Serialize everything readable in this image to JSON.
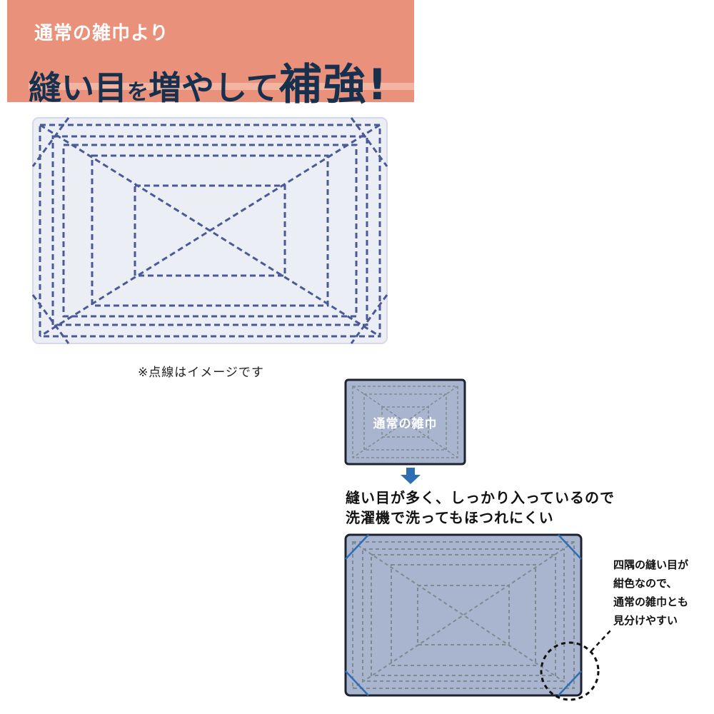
{
  "banner": {
    "subtitle": "通常の雑巾より",
    "headline": {
      "part1": "縫い目",
      "part2": "を",
      "part3": "増やして",
      "part4": "補強!"
    },
    "background": "#e9917a",
    "text_color": "#16304e"
  },
  "note": "※点線はイメージです",
  "small_towel_label": "通常の雑巾",
  "arrow_icon": "down-arrow-icon",
  "caption": {
    "line1": "縫い目が多く、しっかり入っているので",
    "line2": "洗濯機で洗ってもほつれにくい"
  },
  "side_note": {
    "line1": "四隅の縫い目が",
    "line2": "紺色なので、",
    "line3": "通常の雑巾とも",
    "line4": "見分けやすい"
  },
  "colors": {
    "stitch_navy": "#4a5a96",
    "towel_white": "#eceef6",
    "towel_gray": "#a9b5cf",
    "stitch_gray": "#7d8a8f",
    "corner_blue": "#2e6fb4"
  }
}
